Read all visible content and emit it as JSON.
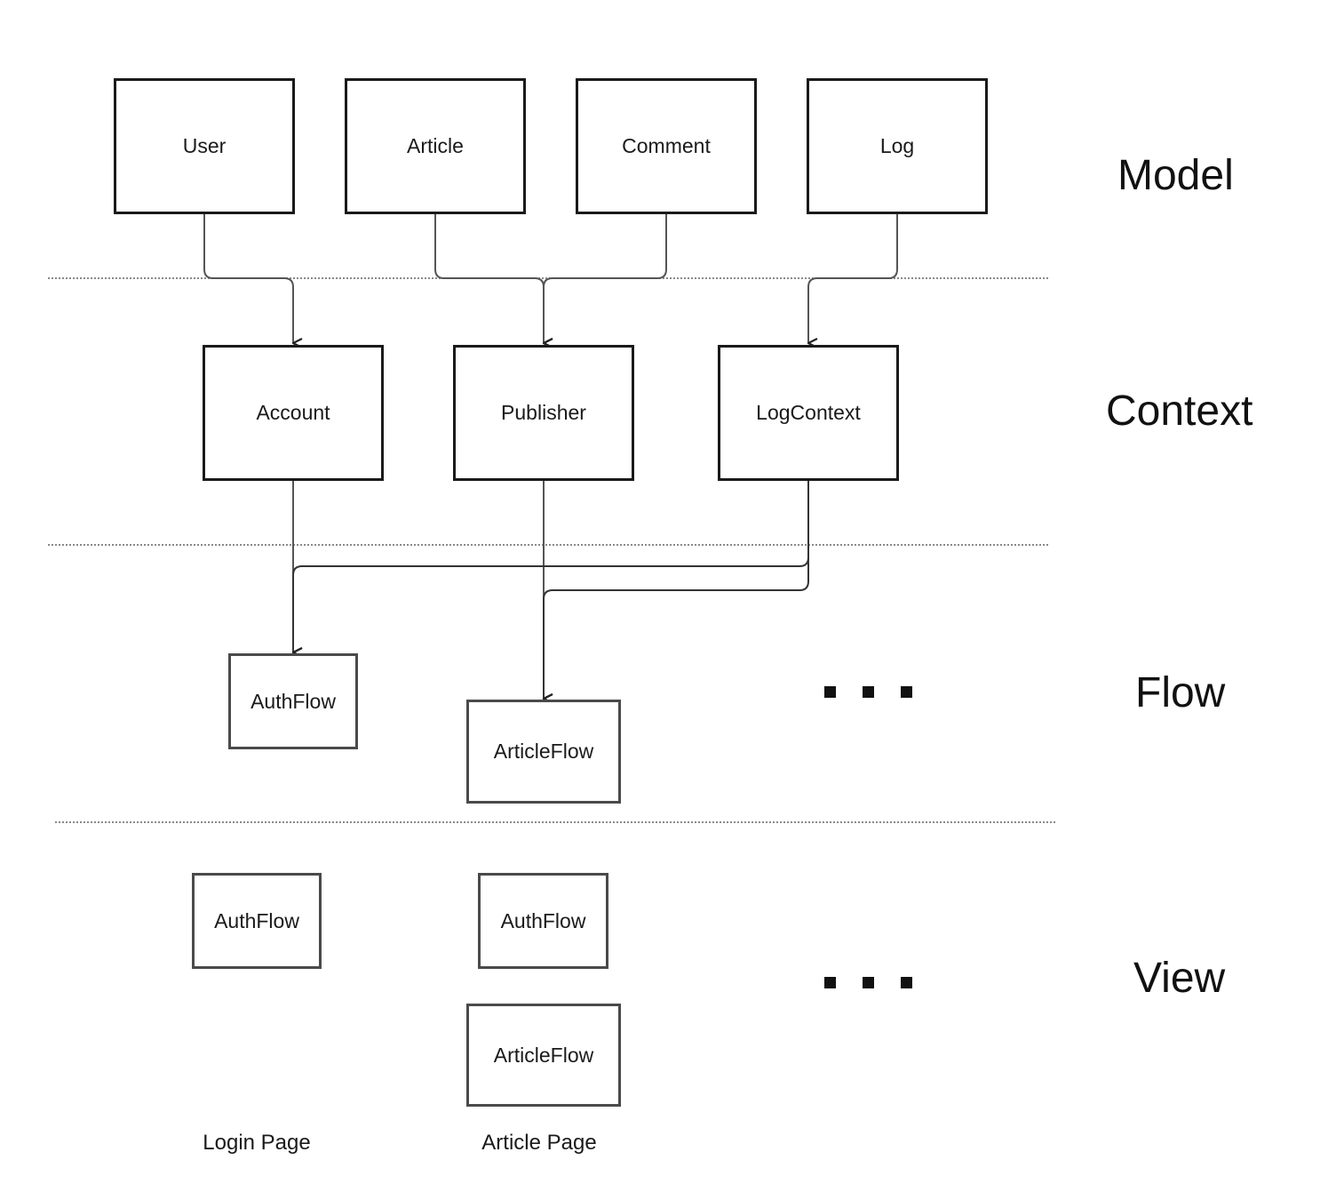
{
  "layers": {
    "model": "Model",
    "context": "Context",
    "flow": "Flow",
    "view": "View"
  },
  "model_boxes": [
    "User",
    "Article",
    "Comment",
    "Log"
  ],
  "context_boxes": [
    "Account",
    "Publisher",
    "LogContext"
  ],
  "flow_boxes": [
    "AuthFlow",
    "ArticleFlow"
  ],
  "view": {
    "login_page": {
      "box": "AuthFlow",
      "caption": "Login Page"
    },
    "article_page": {
      "boxes": [
        "AuthFlow",
        "ArticleFlow"
      ],
      "caption": "Article Page"
    }
  },
  "colors": {
    "line": "#555555",
    "box_border": "#1a1a1a",
    "divider": "#8a8a8a"
  }
}
